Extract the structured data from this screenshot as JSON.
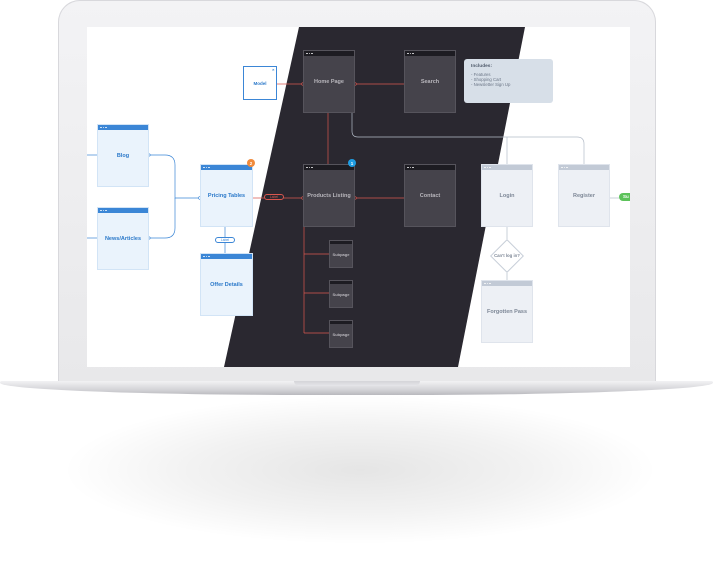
{
  "diagram": {
    "nodes": {
      "model": {
        "label": "Model"
      },
      "home_page": {
        "label": "Home Page"
      },
      "search": {
        "label": "Search"
      },
      "blog": {
        "label": "Blog"
      },
      "news_articles": {
        "label": "News/Articles"
      },
      "pricing_tables": {
        "label": "Pricing Tables",
        "badge": "2"
      },
      "offer_details": {
        "label": "Offer Details"
      },
      "products_listing": {
        "label": "Products Listing",
        "badge": "1"
      },
      "contact": {
        "label": "Contact"
      },
      "login": {
        "label": "Login"
      },
      "register": {
        "label": "Register"
      },
      "cant_log_in": {
        "label": "Can't log in?"
      },
      "forgotten_pass": {
        "label": "Forgotten Pass"
      },
      "subpage_1": {
        "label": "Subpage"
      },
      "subpage_2": {
        "label": "Subpage"
      },
      "subpage_3": {
        "label": "Subpage"
      },
      "offscreen_node": {
        "label": "Su"
      }
    },
    "note": {
      "title": "Includes:",
      "items": [
        "- Features",
        "- Shopping Cart",
        "- Newsletter Sign Up"
      ]
    },
    "edge_labels": {
      "pricing_products": "Label",
      "pricing_offer": "Label"
    },
    "colors": {
      "accent_blue": "#3b86d6",
      "dark_band": "#2a2830",
      "dark_connector": "#d9574f",
      "badge_orange": "#f08a3c",
      "badge_blue": "#1e9de3",
      "offscreen_green": "#5cc25a"
    }
  }
}
